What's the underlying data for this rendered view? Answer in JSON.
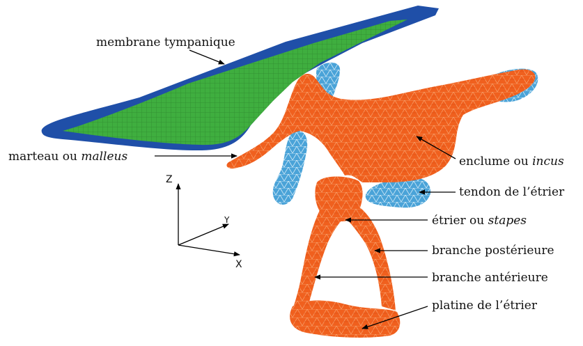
{
  "colors": {
    "membrane_edge": "#1f4fa8",
    "membrane_mesh": "#3fae3f",
    "ossicle_orange": "#f0601e",
    "ligament_blue": "#4aa3d8",
    "background": "#ffffff"
  },
  "labels": {
    "membrane": "membrane tympanique",
    "malleus_prefix": "marteau ou ",
    "malleus_latin": "malleus",
    "incus_prefix": "enclume ou ",
    "incus_latin": "incus",
    "tendon": "tendon de l’étrier",
    "stapes_prefix": "étrier ou ",
    "stapes_latin": "stapes",
    "posterior_crus": "branche postérieure",
    "anterior_crus": "branche antérieure",
    "footplate": "platine de l’étrier"
  },
  "axes": {
    "z": "Z",
    "y": "Y",
    "x": "X"
  }
}
